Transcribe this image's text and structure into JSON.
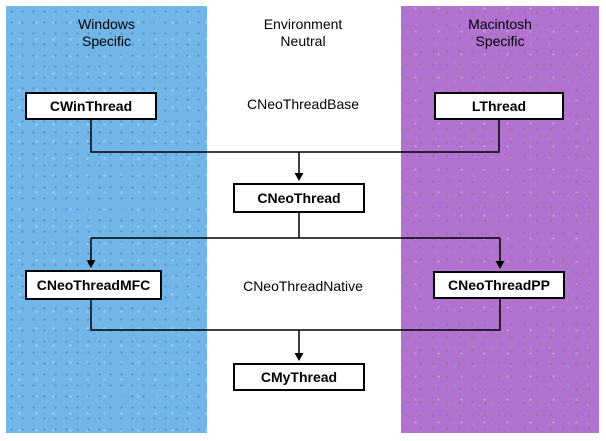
{
  "diagram": {
    "columns": [
      {
        "id": "windows",
        "label": "Windows\nSpecific",
        "color": "#70B6E9"
      },
      {
        "id": "environment",
        "label": "Environment\nNeutral",
        "color": "#FFFFFF"
      },
      {
        "id": "macintosh",
        "label": "Macintosh\nSpecific",
        "color": "#B272CF"
      }
    ],
    "nodes": {
      "cwinthread": "CWinThread",
      "cneothreadbase": "CNeoThreadBase",
      "lthread": "LThread",
      "cneothread": "CNeoThread",
      "cneothreadmfc": "CNeoThreadMFC",
      "cneothreadnative": "CNeoThreadNative",
      "cneothreadpp": "CNeoThreadPP",
      "cmythread": "CMyThread"
    },
    "line_color": "#000000"
  }
}
